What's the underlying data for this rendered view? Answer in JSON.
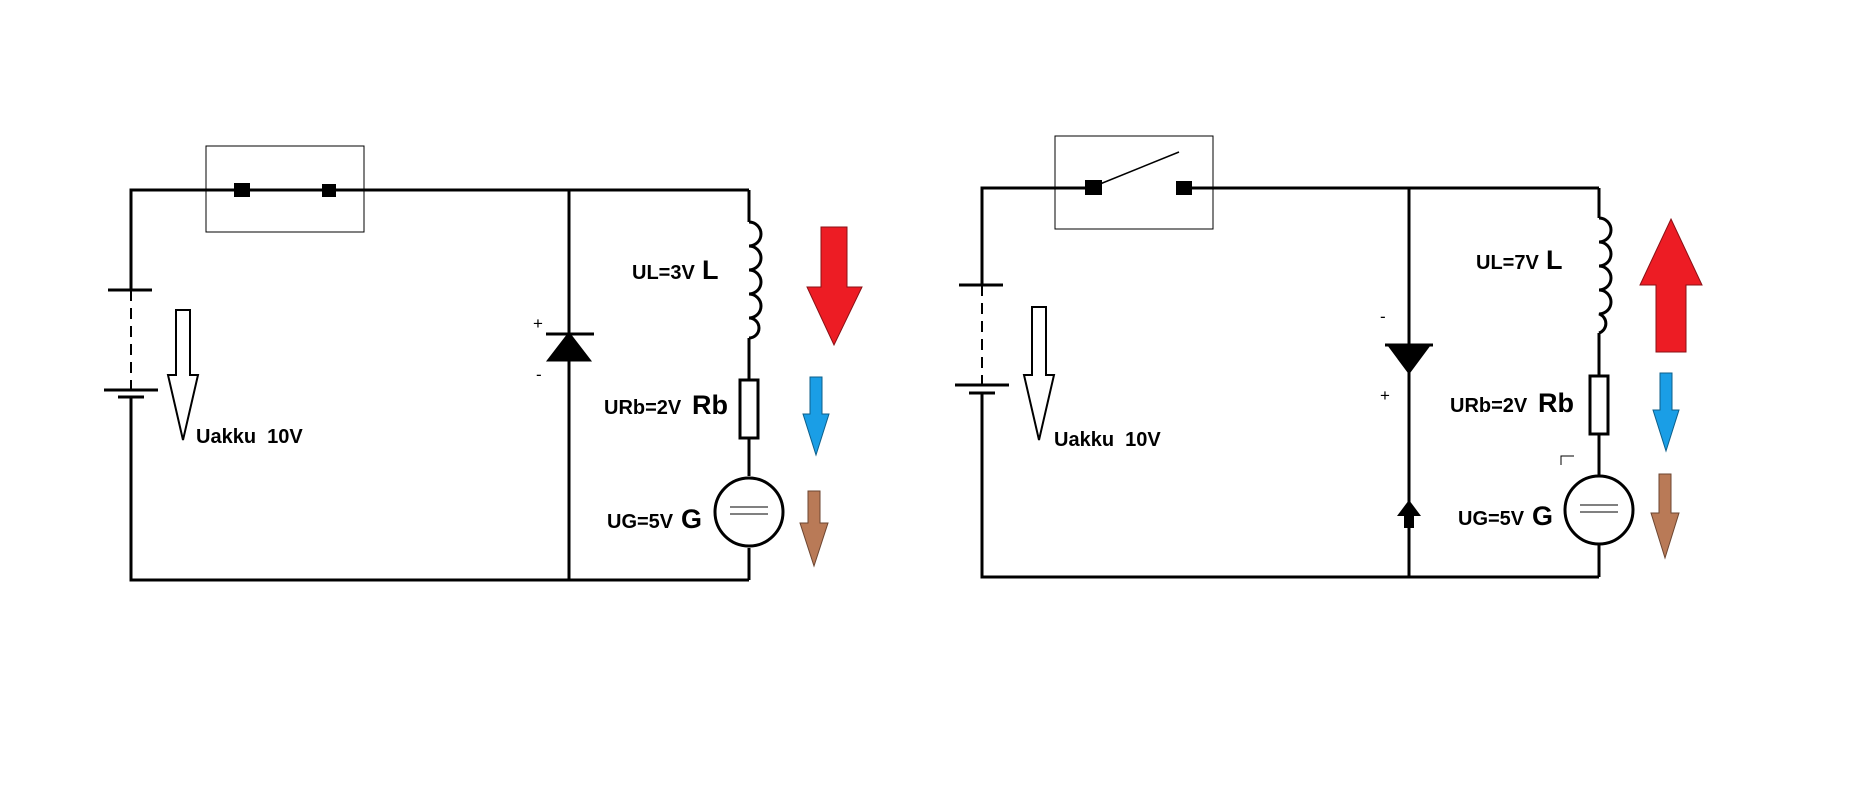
{
  "circuit_left": {
    "battery_label": "Uakku  10V",
    "diode_plus": "+",
    "diode_minus": "-",
    "inductor": {
      "voltage": "UL=3V",
      "name": "L"
    },
    "resistor": {
      "voltage": "URb=2V",
      "name": "Rb"
    },
    "generator": {
      "voltage": "UG=5V",
      "name": "G"
    },
    "switch_state": "closed"
  },
  "circuit_right": {
    "battery_label": "Uakku  10V",
    "diode_plus": "+",
    "diode_minus": "-",
    "inductor": {
      "voltage": "UL=7V",
      "name": "L"
    },
    "resistor": {
      "voltage": "URb=2V",
      "name": "Rb"
    },
    "generator": {
      "voltage": "UG=5V",
      "name": "G"
    },
    "switch_state": "open"
  },
  "colors": {
    "wire": "#000000",
    "inductor_arrow": "#ed1c24",
    "resistor_arrow": "#1a9ee6",
    "generator_arrow": "#b97a57",
    "battery_arrow_fill": "#ffffff"
  }
}
